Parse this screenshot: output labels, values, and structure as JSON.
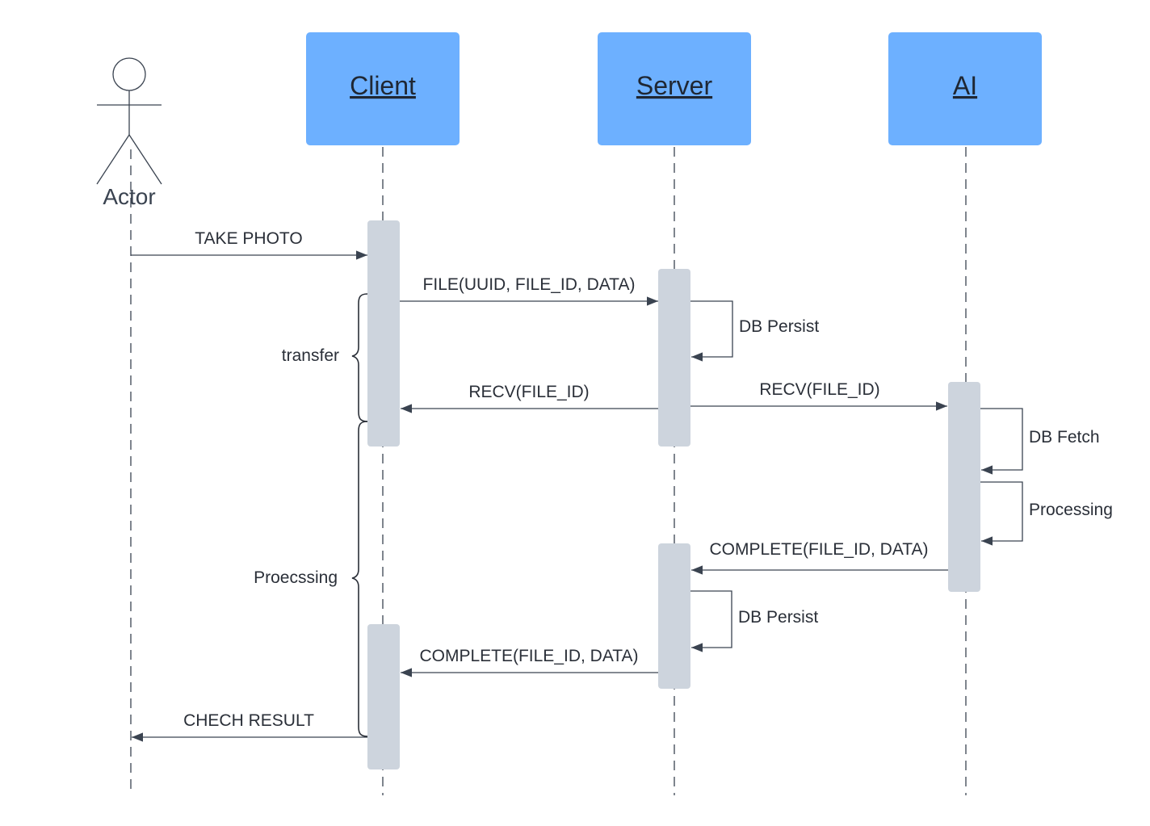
{
  "participants": {
    "actor": "Actor",
    "client": "Client",
    "server": "Server",
    "ai": "AI"
  },
  "messages": {
    "take_photo": "TAKE PHOTO",
    "file_upload": "FILE(UUID, FILE_ID, DATA)",
    "db_persist_1": "DB Persist",
    "recv_to_client": "RECV(FILE_ID)",
    "recv_to_ai": "RECV(FILE_ID)",
    "db_fetch": "DB Fetch",
    "processing_ai": "Processing",
    "complete_to_server": "COMPLETE(FILE_ID, DATA)",
    "db_persist_2": "DB Persist",
    "complete_to_client": "COMPLETE(FILE_ID, DATA)",
    "check_result": "CHECH RESULT"
  },
  "brackets": {
    "transfer": "transfer",
    "processing": "Proecssing"
  },
  "colors": {
    "participant_box": "#6db0ff",
    "activation": "#cdd4dd",
    "line": "#3a4350"
  }
}
